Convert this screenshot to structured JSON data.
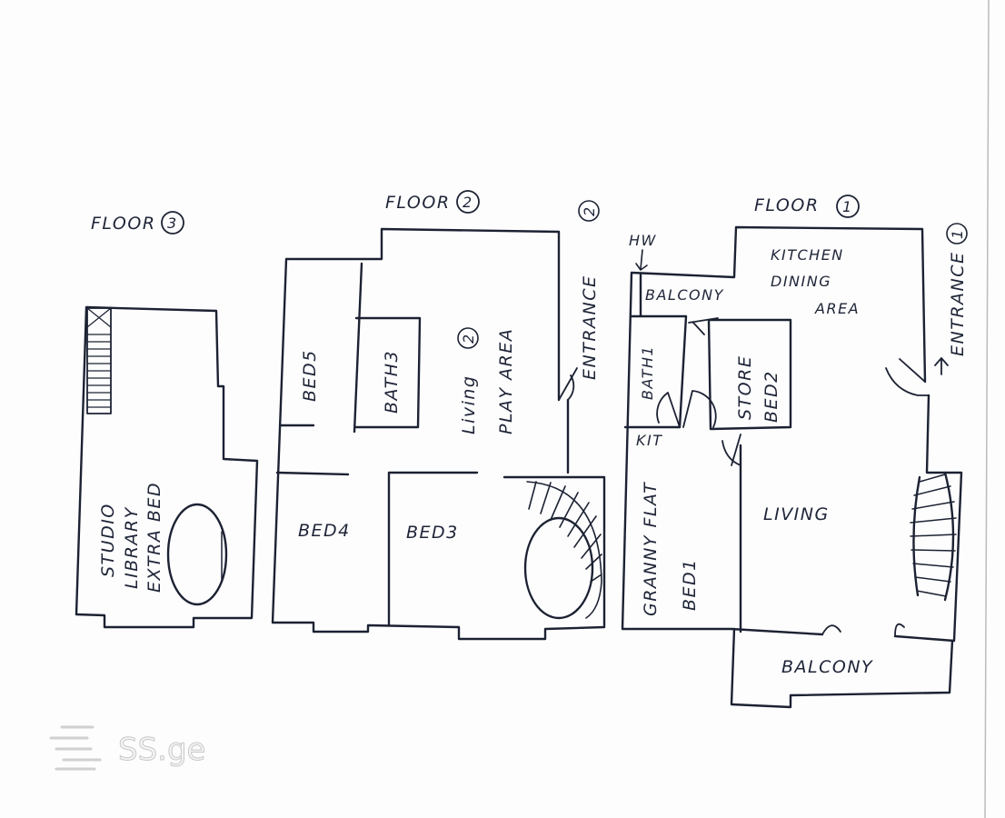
{
  "floor3": {
    "title": "FLOOR",
    "number": "3",
    "rooms": [
      "STUDIO",
      "LIBRARY",
      "EXTRA BED"
    ]
  },
  "floor2": {
    "title": "FLOOR",
    "number": "2",
    "entrance": "ENTRANCE",
    "entrance_number": "2",
    "rooms": {
      "bed5": "BED5",
      "bath3": "BATH3",
      "living": "Living",
      "living_number": "2",
      "play": "PLAY AREA",
      "bed4": "BED4",
      "bed3": "BED3"
    }
  },
  "floor1": {
    "title": "FLOOR",
    "number": "1",
    "entrance": "ENTRANCE",
    "entrance_number": "1",
    "rooms": {
      "hw": "HW",
      "balcony_top": "BALCONY",
      "kitchen": "KITCHEN",
      "dining": "DINING",
      "area": "AREA",
      "bath1": "BATH1",
      "store": "STORE",
      "bed2": "BED2",
      "kit": "KIT",
      "granny": "GRANNY FLAT",
      "bed1": "BED1",
      "living": "LIVING",
      "balcony_bottom": "BALCONY"
    }
  },
  "watermark": {
    "text": "SS.ge"
  },
  "colors": {
    "ink": "#1c2233",
    "paper": "#fdfdfd"
  }
}
